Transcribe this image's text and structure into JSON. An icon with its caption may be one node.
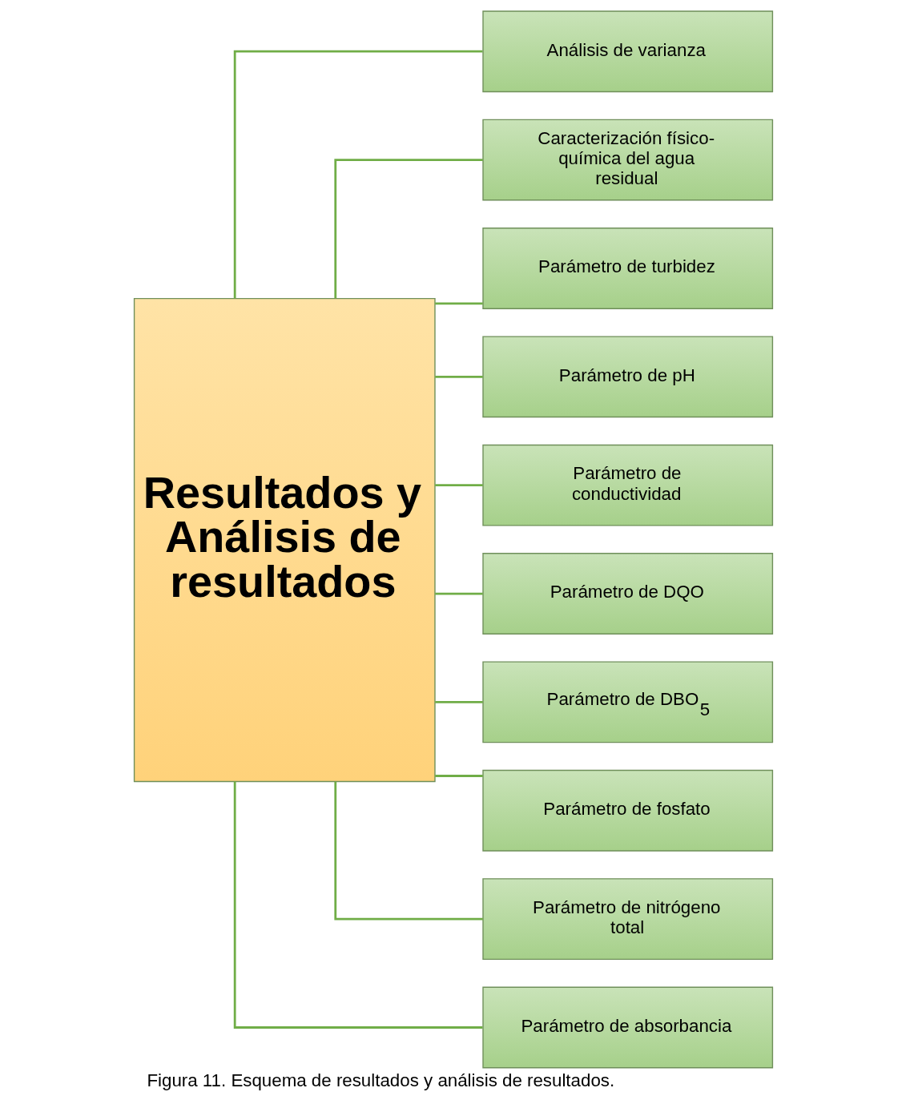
{
  "diagram": {
    "caption": "Figura 11. Esquema de resultados y análisis de resultados.",
    "nodes": [
      {
        "text": [
          "Resultados y Análisis de resultados"
        ]
      },
      {
        "text": [
          "Análisis de varianza"
        ]
      },
      {
        "text": [
          "Caracterización físico-química del agua residual"
        ]
      },
      {
        "text": [
          "Parámetro de turbidez"
        ]
      },
      {
        "text": [
          "Parámetro de pH"
        ]
      },
      {
        "text": [
          "Parámetro de conductividad"
        ]
      },
      {
        "text": [
          "Parámetro de DQO"
        ]
      },
      {
        "text": [
          "Parámetro de DBO$_{5}$"
        ]
      },
      {
        "text": [
          "Parámetro de fosfato"
        ]
      },
      {
        "text": [
          "Parámetro de nitrógeno total"
        ]
      },
      {
        "text": [
          "Parámetro de absorbancia"
        ]
      }
    ],
    "edges": [
      {
        "from": 0,
        "to": 1,
        "arrow": "none"
      },
      {
        "from": 0,
        "to": 2,
        "arrow": "none"
      },
      {
        "from": 0,
        "to": 3,
        "arrow": "none"
      },
      {
        "from": 0,
        "to": 4,
        "arrow": "none"
      },
      {
        "from": 0,
        "to": 5,
        "arrow": "none"
      },
      {
        "from": 0,
        "to": 6,
        "arrow": "none"
      },
      {
        "from": 0,
        "to": 7,
        "arrow": "none"
      },
      {
        "from": 0,
        "to": 8,
        "arrow": "none"
      },
      {
        "from": 0,
        "to": 9,
        "arrow": "none"
      },
      {
        "from": 0,
        "to": 10,
        "arrow": "none"
      }
    ]
  }
}
